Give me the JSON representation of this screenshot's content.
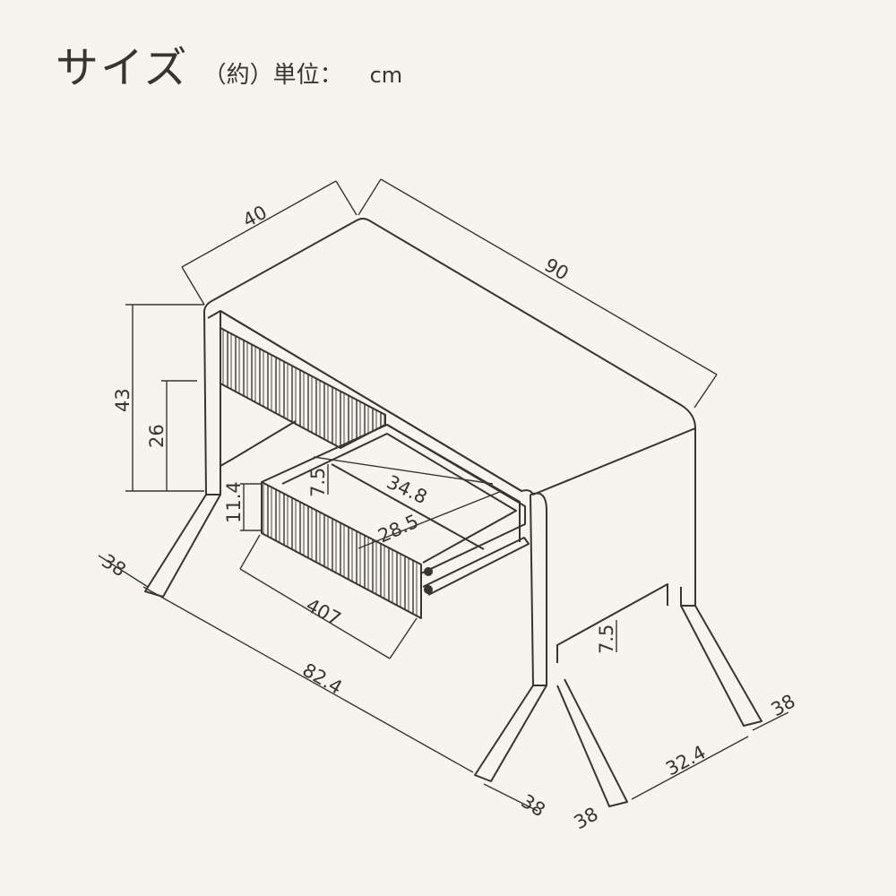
{
  "header": {
    "title": "サイズ",
    "unit_label": "（約）単位：",
    "unit": "cm"
  },
  "dimensions": {
    "depth": "40",
    "width": "90",
    "height_total": "43",
    "height_under": "26",
    "drawer_front_height": "11.4",
    "drawer_inner_depth": "7.5",
    "drawer_inner_width": "34.8",
    "drawer_inner_length": "28.5",
    "drawer_front_width": "407",
    "leg_front_left": "38",
    "leg_span_front": "82.4",
    "leg_bottom_mid": "38",
    "leg_bottom_right_a": "38",
    "leg_span_side": "32.4",
    "leg_right": "38",
    "leg_height": "7.5"
  },
  "colors": {
    "background": "#f7f4f0",
    "line": "#3a3430"
  }
}
